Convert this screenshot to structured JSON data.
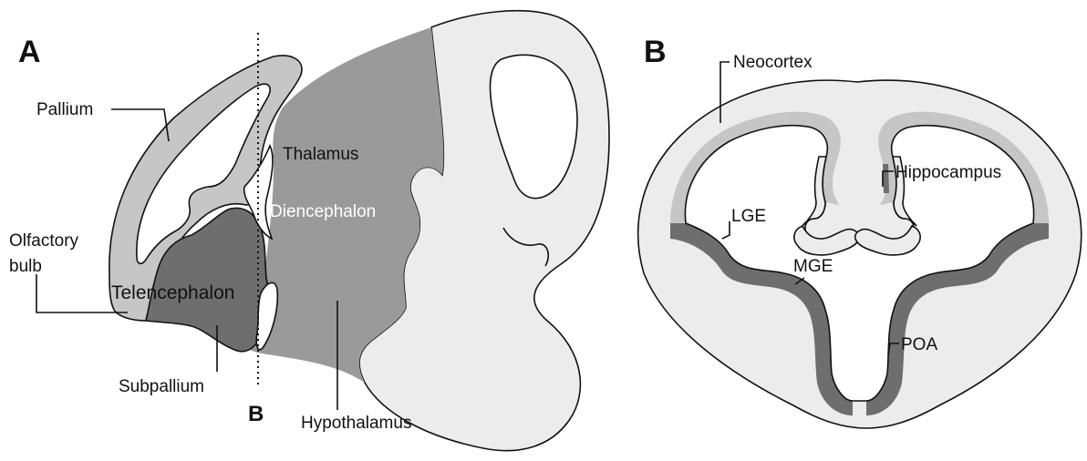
{
  "colors": {
    "light": "#ececec",
    "pallium": "#c6c6c6",
    "diencephalon": "#9a9a9a",
    "subpallium": "#6e6e6e",
    "outline": "#111111",
    "background": "#ffffff"
  },
  "panel_a": {
    "letter": "A",
    "section_marker": "B",
    "labels": {
      "pallium": "Pallium",
      "olfactory_line1": "Olfactory",
      "olfactory_line2": "bulb",
      "telencephalon": "Telencephalon",
      "subpallium": "Subpallium",
      "thalamus": "Thalamus",
      "diencephalon": "Diencephalon",
      "hypothalamus": "Hypothalamus"
    }
  },
  "panel_b": {
    "letter": "B",
    "labels": {
      "neocortex": "Neocortex",
      "hippocampus": "Hippocampus",
      "lge": "LGE",
      "mge": "MGE",
      "poa": "POA"
    }
  }
}
